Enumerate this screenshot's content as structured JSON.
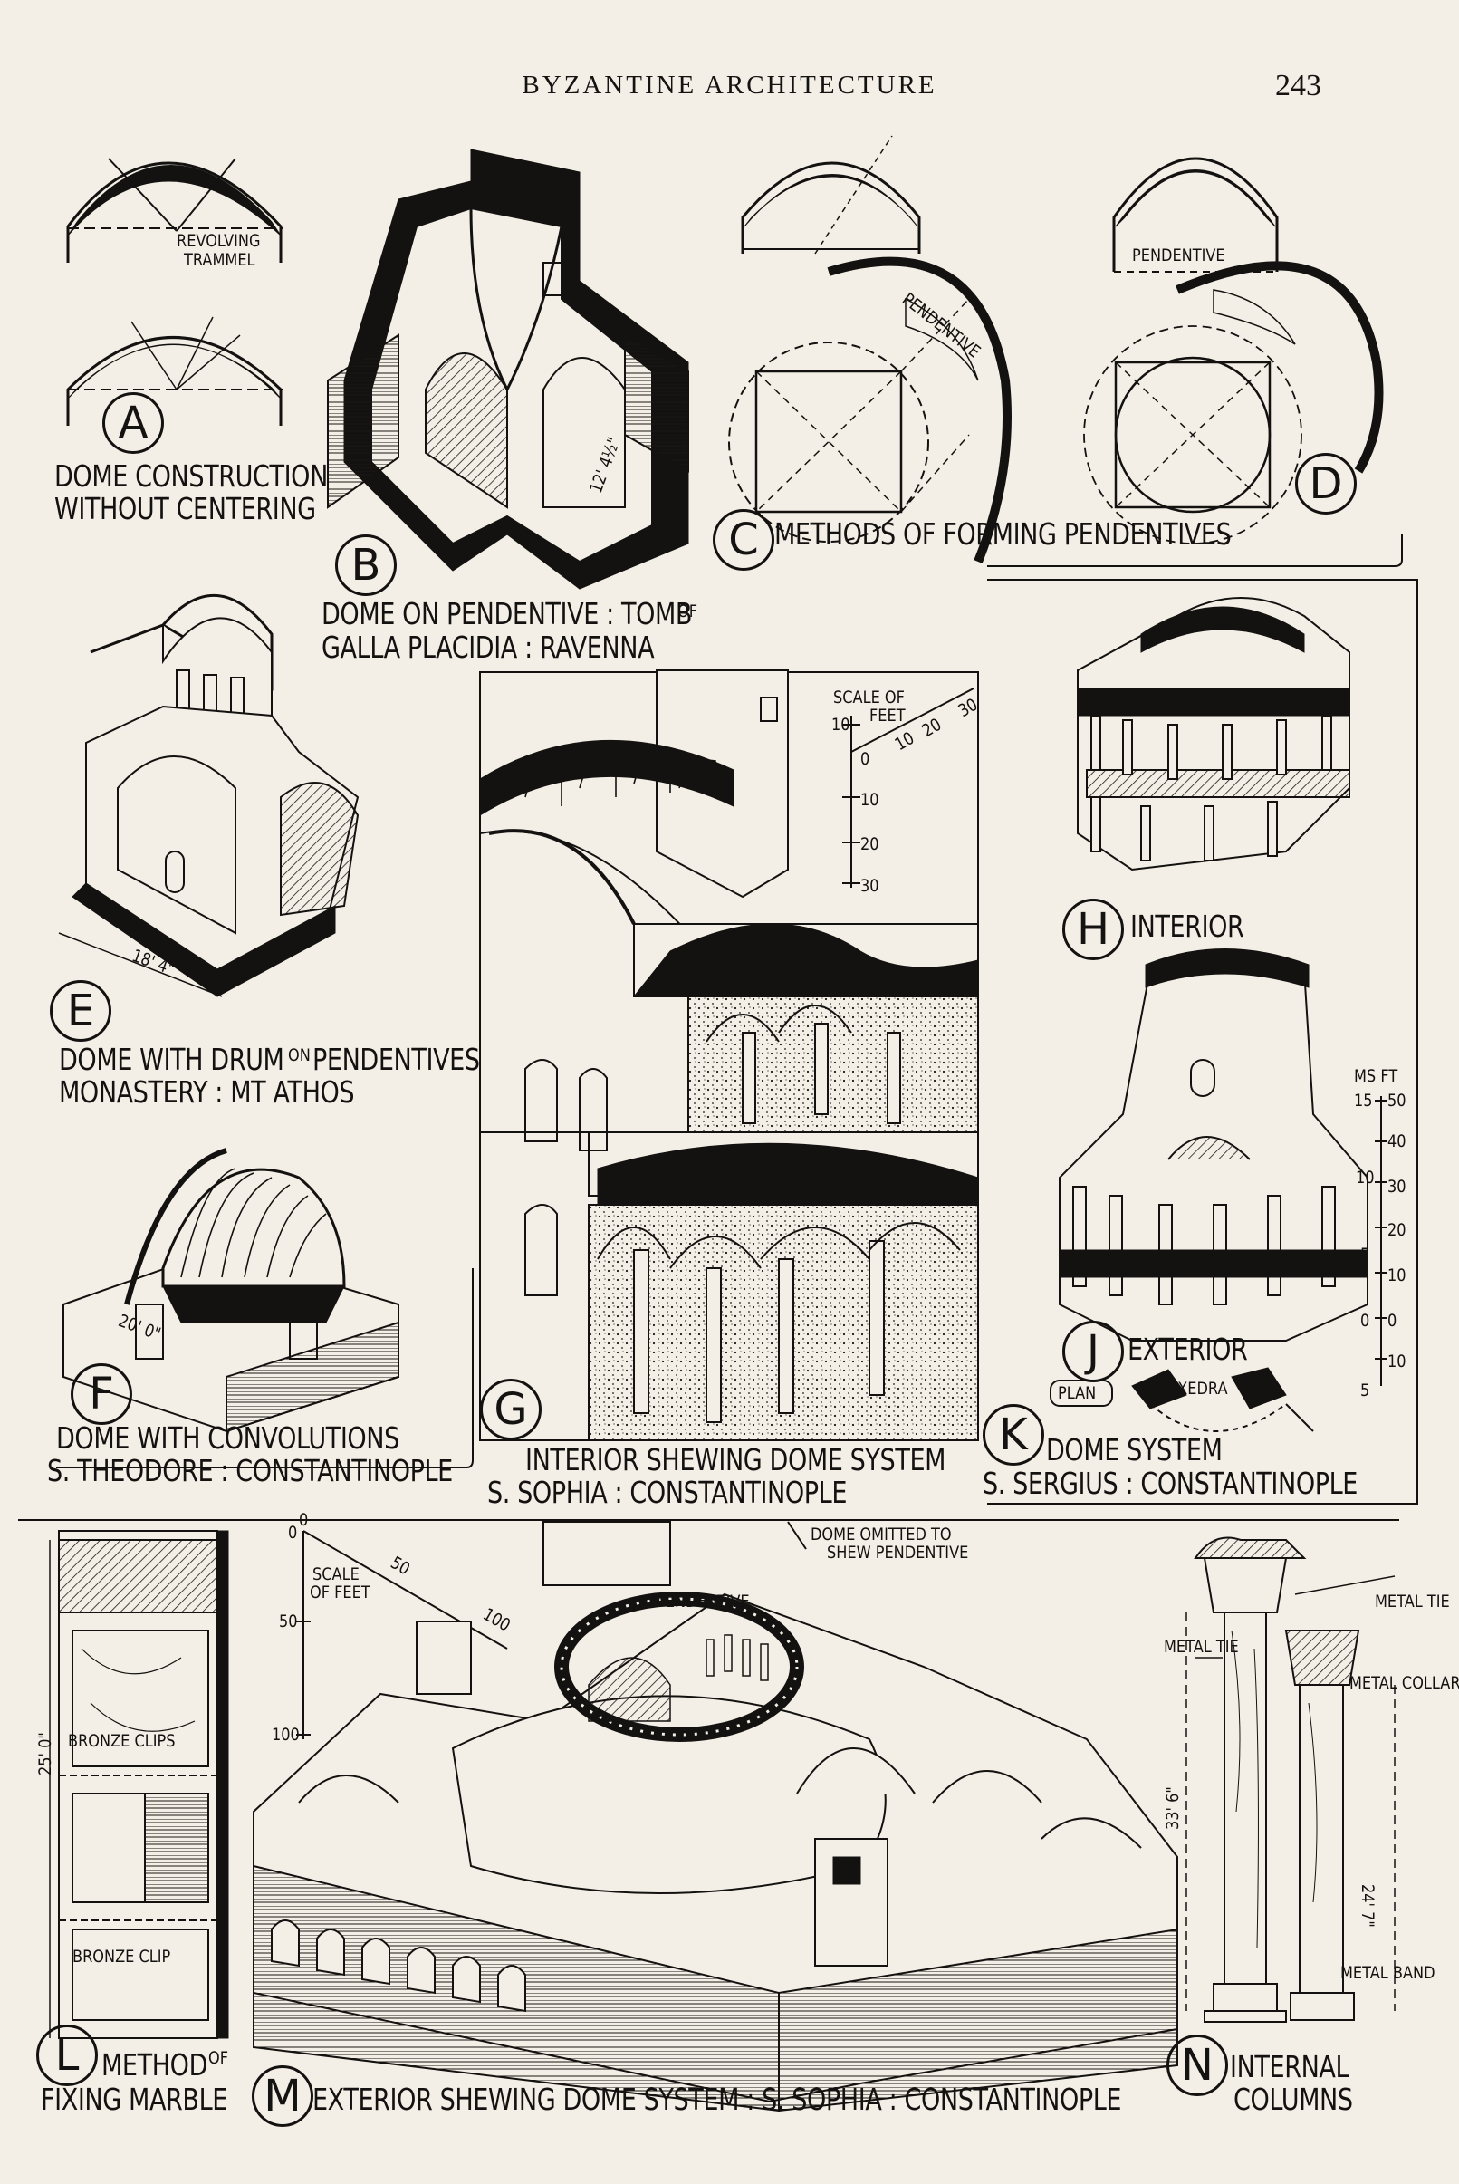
{
  "header": {
    "title": "BYZANTINE ARCHITECTURE",
    "page_number": "243"
  },
  "figures": {
    "A": {
      "letter": "A",
      "caption_1": "DOME CONSTRUCTION",
      "caption_2": "WITHOUT CENTERING",
      "label_1": "REVOLVING",
      "label_2": "TRAMMEL"
    },
    "B": {
      "letter": "B",
      "caption_1": "DOME ON PENDENTIVE : TOMB",
      "caption_of": "OF",
      "caption_2": "GALLA PLACIDIA : RAVENNA",
      "dimension": "12' 4½\""
    },
    "C": {
      "letter": "C",
      "caption": "METHODS OF FORMING PENDENTIVES",
      "label": "PENDENTIVE"
    },
    "D": {
      "letter": "D",
      "label": "PENDENTIVE"
    },
    "E": {
      "letter": "E",
      "caption_1": "DOME WITH DRUM",
      "caption_on": "ON",
      "caption_1b": "PENDENTIVES",
      "caption_2": "MONASTERY : MT ATHOS",
      "dimension": "18' 4\""
    },
    "F": {
      "letter": "F",
      "caption_1": "DOME WITH CONVOLUTIONS",
      "caption_2": "S. THEODORE : CONSTANTINOPLE",
      "dimension": "20' 0\""
    },
    "G": {
      "letter": "G",
      "caption_1": "INTERIOR SHEWING DOME SYSTEM",
      "caption_2": "S. SOPHIA : CONSTANTINOPLE",
      "scale_1": "SCALE OF",
      "scale_2": "FEET",
      "scale_ticks": [
        "10",
        "0",
        "10",
        "20",
        "30"
      ],
      "scale_v_ticks": [
        "10",
        "20",
        "30"
      ]
    },
    "H": {
      "letter": "H",
      "caption": "INTERIOR"
    },
    "J": {
      "letter": "J",
      "caption": "EXTERIOR",
      "scale_head": "MS FT",
      "scale_ticks_left": [
        "15",
        "10",
        "5",
        "0",
        "5"
      ],
      "scale_ticks_right": [
        "50",
        "40",
        "30",
        "20",
        "10",
        "0",
        "10"
      ]
    },
    "K": {
      "letter": "K",
      "caption_1": "DOME SYSTEM",
      "caption_2": "S. SERGIUS : CONSTANTINOPLE",
      "label_plan": "PLAN",
      "label_exedra": "EXEDRA"
    },
    "L": {
      "letter": "L",
      "caption_1": "METHOD",
      "caption_of": "OF",
      "caption_2": "FIXING MARBLE",
      "label_1": "BRONZE CLIPS",
      "label_2": "BRONZE CLIP",
      "dimension": "25' 0\""
    },
    "M": {
      "letter": "M",
      "caption": "EXTERIOR SHEWING DOME SYSTEM : S. SOPHIA : CONSTANTINOPLE",
      "note_1": "DOME OMITTED TO",
      "note_2": "SHEW PENDENTIVE",
      "label": "PENDENTIVE",
      "scale_1": "SCALE",
      "scale_2": "OF FEET",
      "scale_ticks": [
        "0",
        "50",
        "100"
      ],
      "scale_v_ticks": [
        "0",
        "50",
        "100"
      ]
    },
    "N": {
      "letter": "N",
      "caption_1": "INTERNAL",
      "caption_2": "COLUMNS",
      "label_tie_l": "METAL TIE",
      "label_tie_r": "METAL TIE",
      "label_collar": "METAL COLLAR",
      "label_band": "METAL BAND",
      "dim_1": "33' 6\"",
      "dim_2": "24' 7\""
    }
  }
}
